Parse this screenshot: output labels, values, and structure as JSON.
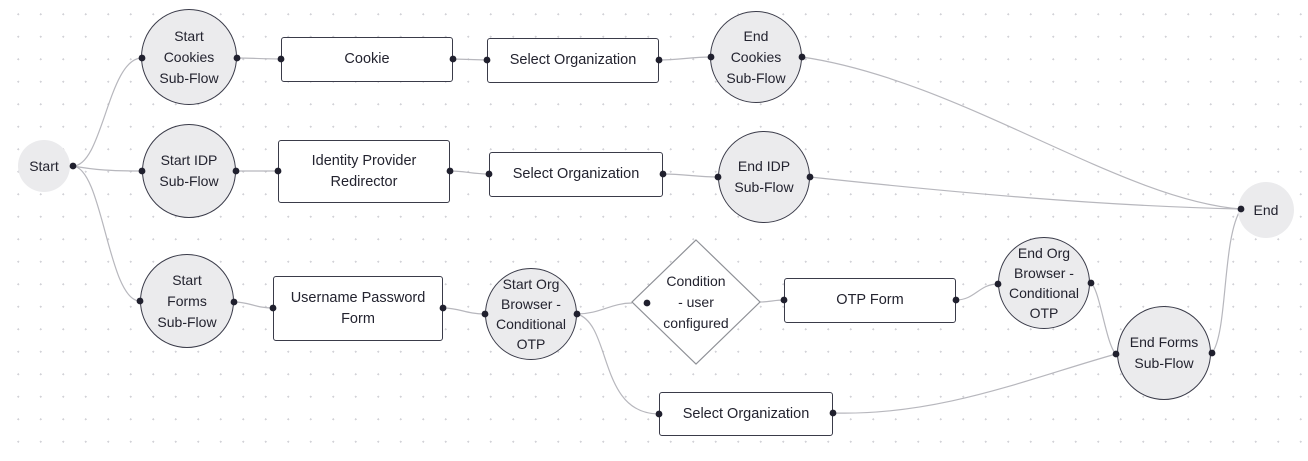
{
  "diagram": {
    "type": "authentication-flow-topology",
    "colors": {
      "background": "#ffffff",
      "grid_dot": "#d2d2d7",
      "node_fill": "#ebebed",
      "node_border": "#3a3b49",
      "rect_fill": "#ffffff",
      "diamond_border": "#8e9096",
      "edge": "#b7b7bd",
      "port_dot": "#20202e",
      "text": "#23232f"
    },
    "nodes": {
      "start": {
        "type": "terminal",
        "label": "Start"
      },
      "end": {
        "type": "terminal",
        "label": "End"
      },
      "start_cookies": {
        "type": "subflow-start",
        "label": "Start\nCookies\nSub-Flow"
      },
      "cookie": {
        "type": "step",
        "label": "Cookie"
      },
      "select_organization_1": {
        "type": "step",
        "label": "Select Organization"
      },
      "end_cookies": {
        "type": "subflow-end",
        "label": "End\nCookies\nSub-Flow"
      },
      "start_idp": {
        "type": "subflow-start",
        "label": "Start IDP\nSub-Flow"
      },
      "identity_provider_redirector": {
        "type": "step",
        "label": "Identity Provider\nRedirector"
      },
      "select_organization_2": {
        "type": "step",
        "label": "Select Organization"
      },
      "end_idp": {
        "type": "subflow-end",
        "label": "End IDP\nSub-Flow"
      },
      "start_forms": {
        "type": "subflow-start",
        "label": "Start\nForms\nSub-Flow"
      },
      "username_password_form": {
        "type": "step",
        "label": "Username Password\nForm"
      },
      "start_org_browser": {
        "type": "subflow-start",
        "label": "Start Org\nBrowser -\nConditional\nOTP"
      },
      "condition_user_configured": {
        "type": "condition",
        "label": "Condition\n- user\nconfigured"
      },
      "otp_form": {
        "type": "step",
        "label": "OTP Form"
      },
      "end_org_browser": {
        "type": "subflow-end",
        "label": "End Org\nBrowser -\nConditional\nOTP"
      },
      "end_forms": {
        "type": "subflow-end",
        "label": "End Forms\nSub-Flow"
      },
      "select_organization_3": {
        "type": "step",
        "label": "Select Organization"
      }
    },
    "edges": [
      {
        "from": "start",
        "to": "start_cookies"
      },
      {
        "from": "start",
        "to": "start_idp"
      },
      {
        "from": "start",
        "to": "start_forms"
      },
      {
        "from": "start_cookies",
        "to": "cookie"
      },
      {
        "from": "cookie",
        "to": "select_organization_1"
      },
      {
        "from": "select_organization_1",
        "to": "end_cookies"
      },
      {
        "from": "end_cookies",
        "to": "end"
      },
      {
        "from": "start_idp",
        "to": "identity_provider_redirector"
      },
      {
        "from": "identity_provider_redirector",
        "to": "select_organization_2"
      },
      {
        "from": "select_organization_2",
        "to": "end_idp"
      },
      {
        "from": "end_idp",
        "to": "end"
      },
      {
        "from": "start_forms",
        "to": "username_password_form"
      },
      {
        "from": "username_password_form",
        "to": "start_org_browser"
      },
      {
        "from": "start_org_browser",
        "to": "condition_user_configured"
      },
      {
        "from": "start_org_browser",
        "to": "select_organization_3"
      },
      {
        "from": "condition_user_configured",
        "to": "otp_form"
      },
      {
        "from": "otp_form",
        "to": "end_org_browser"
      },
      {
        "from": "end_org_browser",
        "to": "end_forms"
      },
      {
        "from": "select_organization_3",
        "to": "end_forms"
      },
      {
        "from": "end_forms",
        "to": "end"
      }
    ]
  }
}
